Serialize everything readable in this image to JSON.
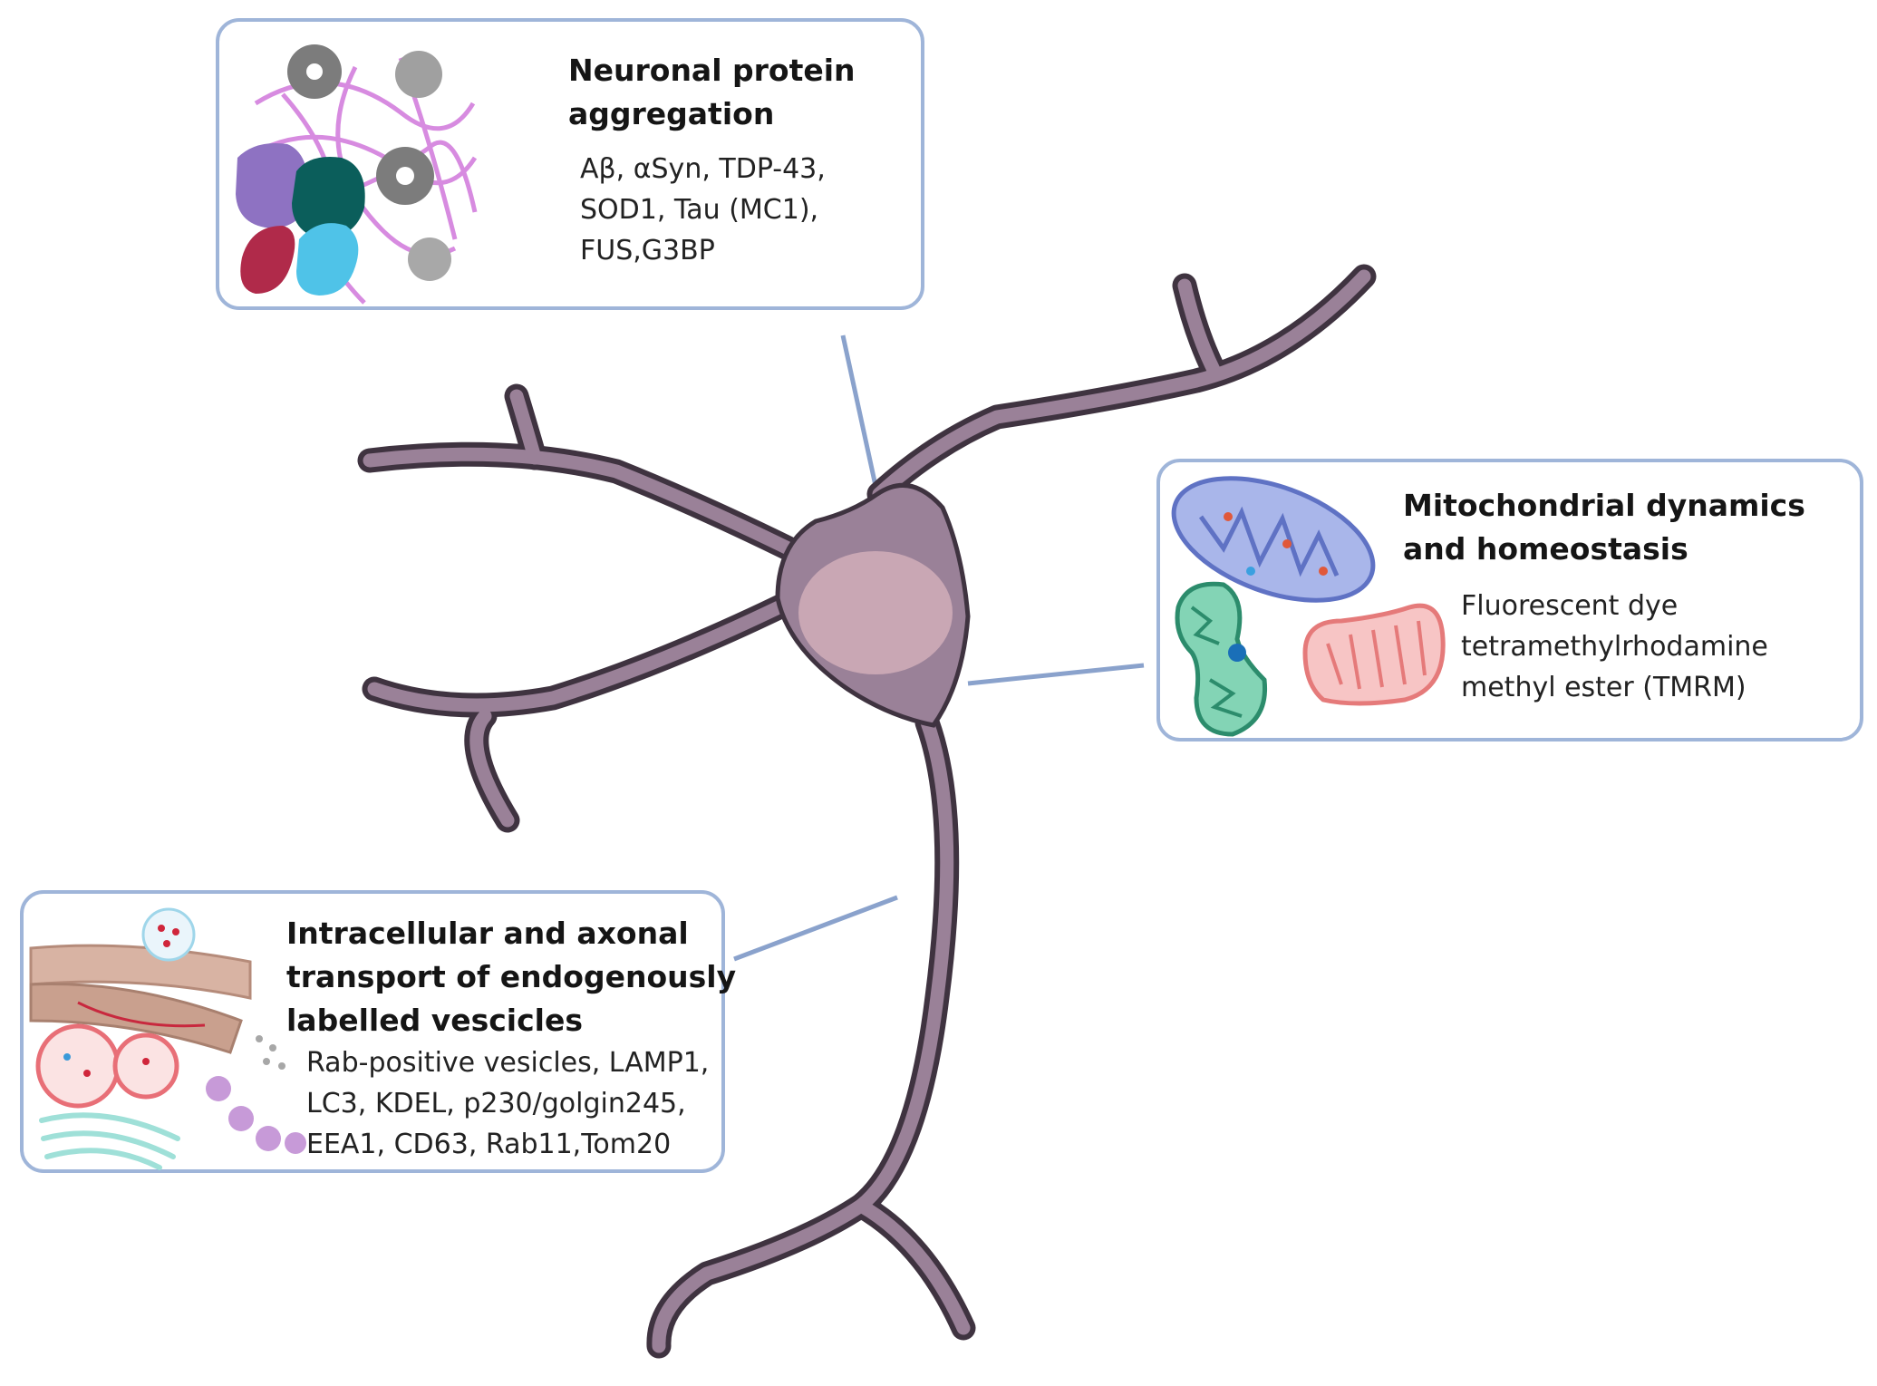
{
  "colors": {
    "panel_border": "#9fb5d9",
    "connector": "#8aa2cc",
    "neuron_fill": "#9a8198",
    "neuron_outline": "#3f3340",
    "nucleus": "#c9a7b4"
  },
  "panels": {
    "aggregation": {
      "title_lines": [
        "Neuronal protein",
        "aggregation"
      ],
      "body_lines": [
        "Aβ, αSyn, TDP-43,",
        "SOD1, Tau (MC1),",
        "FUS,G3BP"
      ],
      "icon": "protein-aggregates-illustration"
    },
    "mitochondria": {
      "title_lines": [
        "Mitochondrial dynamics",
        "and homeostasis"
      ],
      "body_lines": [
        "Fluorescent dye",
        "tetramethylrhodamine",
        "methyl ester (TMRM)"
      ],
      "icon": "mitochondria-illustration"
    },
    "transport": {
      "title_lines": [
        "Intracellular and axonal",
        "transport of endogenously",
        "labelled vescicles"
      ],
      "body_lines": [
        "Rab-positive vesicles,  LAMP1,",
        "LC3, KDEL, p230/golgin245,",
        "EEA1, CD63, Rab11,Tom20"
      ],
      "icon": "vesicle-transport-illustration"
    }
  }
}
